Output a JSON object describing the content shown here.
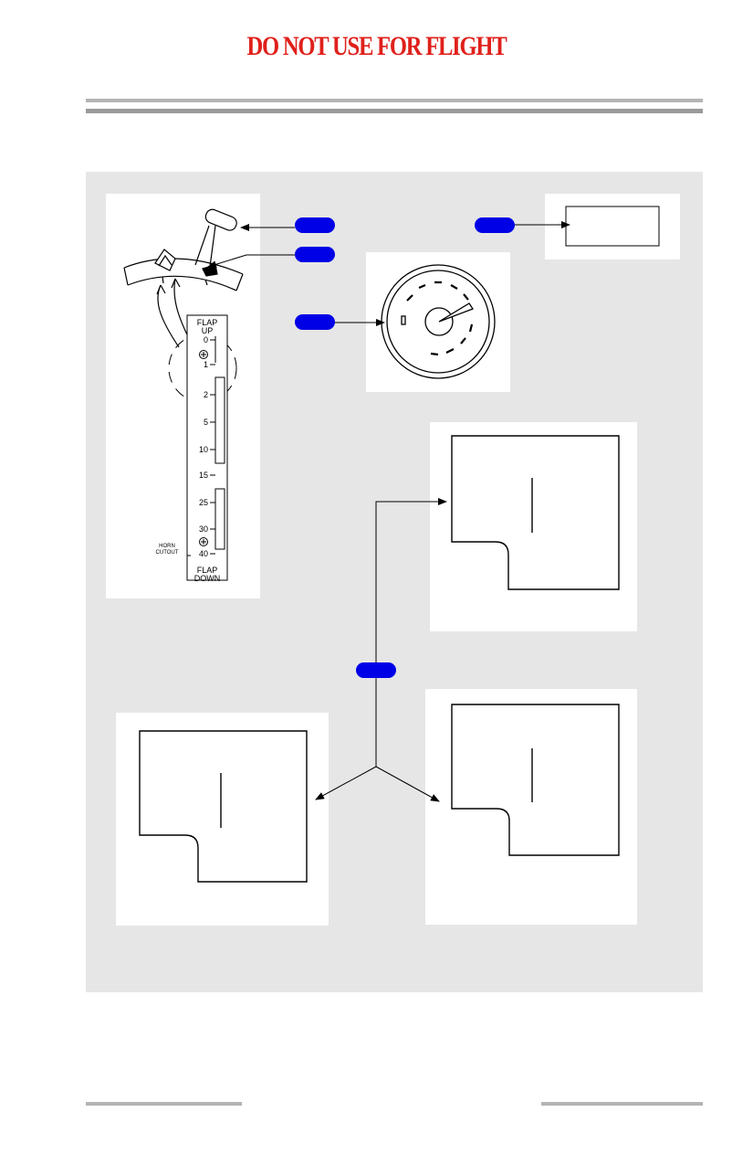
{
  "header": {
    "banner_text": "DO NOT USE FOR FLIGHT",
    "banner_color": "#e0201b"
  },
  "figure": {
    "background_color": "#e6e6e6",
    "callout_color": "#0000e6",
    "flap_scale": {
      "top_label_1": "FLAP",
      "top_label_2": "UP",
      "detents": [
        "0",
        "1",
        "2",
        "5",
        "10",
        "15",
        "25",
        "30",
        "40"
      ],
      "horn_label_1": "HORN",
      "horn_label_2": "CUTOUT",
      "bottom_label_1": "FLAP",
      "bottom_label_2": "DOWN"
    }
  }
}
